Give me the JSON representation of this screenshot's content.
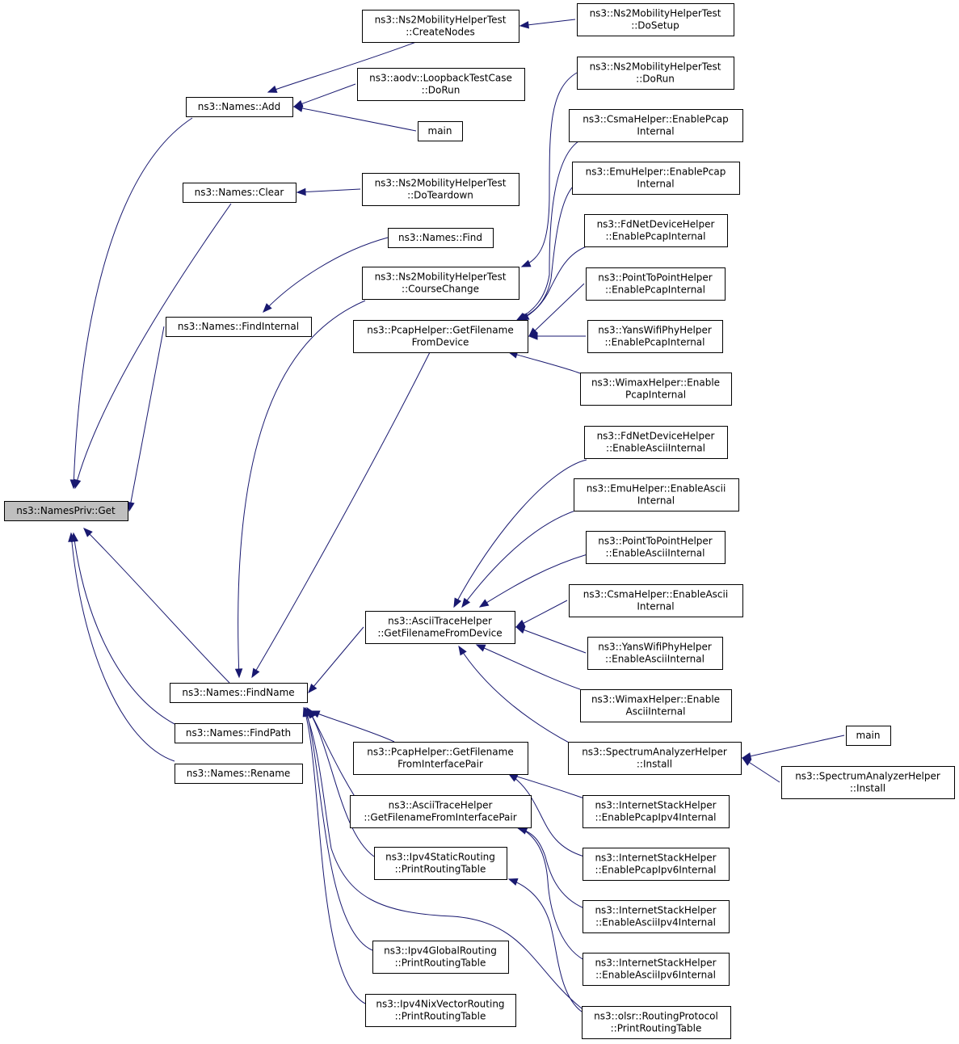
{
  "diagram": {
    "type": "caller-graph",
    "nodes": [
      {
        "id": "get",
        "lines": [
          "ns3::NamesPriv::Get"
        ],
        "highlight": true
      },
      {
        "id": "add",
        "lines": [
          "ns3::Names::Add"
        ]
      },
      {
        "id": "clear",
        "lines": [
          "ns3::Names::Clear"
        ]
      },
      {
        "id": "findinternal",
        "lines": [
          "ns3::Names::FindInternal"
        ]
      },
      {
        "id": "findname",
        "lines": [
          "ns3::Names::FindName"
        ]
      },
      {
        "id": "findpath",
        "lines": [
          "ns3::Names::FindPath"
        ]
      },
      {
        "id": "rename",
        "lines": [
          "ns3::Names::Rename"
        ]
      },
      {
        "id": "ns2create",
        "lines": [
          "ns3::Ns2MobilityHelperTest",
          "::CreateNodes"
        ]
      },
      {
        "id": "aodvrun",
        "lines": [
          "ns3::aodv::LoopbackTestCase",
          "::DoRun"
        ]
      },
      {
        "id": "main1",
        "lines": [
          "main"
        ]
      },
      {
        "id": "ns2teardown",
        "lines": [
          "ns3::Ns2MobilityHelperTest",
          "::DoTeardown"
        ]
      },
      {
        "id": "find",
        "lines": [
          "ns3::Names::Find"
        ]
      },
      {
        "id": "ns2course",
        "lines": [
          "ns3::Ns2MobilityHelperTest",
          "::CourseChange"
        ]
      },
      {
        "id": "pcapdev",
        "lines": [
          "ns3::PcapHelper::GetFilename",
          "FromDevice"
        ]
      },
      {
        "id": "asciidev",
        "lines": [
          "ns3::AsciiTraceHelper",
          "::GetFilenameFromDevice"
        ]
      },
      {
        "id": "pcappair",
        "lines": [
          "ns3::PcapHelper::GetFilename",
          "FromInterfacePair"
        ]
      },
      {
        "id": "asciipair",
        "lines": [
          "ns3::AsciiTraceHelper",
          "::GetFilenameFromInterfacePair"
        ]
      },
      {
        "id": "ipv4static",
        "lines": [
          "ns3::Ipv4StaticRouting",
          "::PrintRoutingTable"
        ]
      },
      {
        "id": "ipv4global",
        "lines": [
          "ns3::Ipv4GlobalRouting",
          "::PrintRoutingTable"
        ]
      },
      {
        "id": "ipv4nix",
        "lines": [
          "ns3::Ipv4NixVectorRouting",
          "::PrintRoutingTable"
        ]
      },
      {
        "id": "ns2setup",
        "lines": [
          "ns3::Ns2MobilityHelperTest",
          "::DoSetup"
        ]
      },
      {
        "id": "ns2run",
        "lines": [
          "ns3::Ns2MobilityHelperTest",
          "::DoRun"
        ]
      },
      {
        "id": "csmapcap",
        "lines": [
          "ns3::CsmaHelper::EnablePcap",
          "Internal"
        ]
      },
      {
        "id": "emupcap",
        "lines": [
          "ns3::EmuHelper::EnablePcap",
          "Internal"
        ]
      },
      {
        "id": "fdpcap",
        "lines": [
          "ns3::FdNetDeviceHelper",
          "::EnablePcapInternal"
        ]
      },
      {
        "id": "p2ppcap",
        "lines": [
          "ns3::PointToPointHelper",
          "::EnablePcapInternal"
        ]
      },
      {
        "id": "yanspcap",
        "lines": [
          "ns3::YansWifiPhyHelper",
          "::EnablePcapInternal"
        ]
      },
      {
        "id": "wimaxpcap",
        "lines": [
          "ns3::WimaxHelper::Enable",
          "PcapInternal"
        ]
      },
      {
        "id": "fdascii",
        "lines": [
          "ns3::FdNetDeviceHelper",
          "::EnableAsciiInternal"
        ]
      },
      {
        "id": "emuascii",
        "lines": [
          "ns3::EmuHelper::EnableAscii",
          "Internal"
        ]
      },
      {
        "id": "p2pascii",
        "lines": [
          "ns3::PointToPointHelper",
          "::EnableAsciiInternal"
        ]
      },
      {
        "id": "csmaascii",
        "lines": [
          "ns3::CsmaHelper::EnableAscii",
          "Internal"
        ]
      },
      {
        "id": "yansascii",
        "lines": [
          "ns3::YansWifiPhyHelper",
          "::EnableAsciiInternal"
        ]
      },
      {
        "id": "wimaxascii",
        "lines": [
          "ns3::WimaxHelper::Enable",
          "AsciiInternal"
        ]
      },
      {
        "id": "spectrum1",
        "lines": [
          "ns3::SpectrumAnalyzerHelper",
          "::Install"
        ]
      },
      {
        "id": "main2",
        "lines": [
          "main"
        ]
      },
      {
        "id": "spectrum2",
        "lines": [
          "ns3::SpectrumAnalyzerHelper",
          "::Install"
        ]
      },
      {
        "id": "ispcap4",
        "lines": [
          "ns3::InternetStackHelper",
          "::EnablePcapIpv4Internal"
        ]
      },
      {
        "id": "ispcap6",
        "lines": [
          "ns3::InternetStackHelper",
          "::EnablePcapIpv6Internal"
        ]
      },
      {
        "id": "isascii4",
        "lines": [
          "ns3::InternetStackHelper",
          "::EnableAsciiIpv4Internal"
        ]
      },
      {
        "id": "isascii6",
        "lines": [
          "ns3::InternetStackHelper",
          "::EnableAsciiIpv6Internal"
        ]
      },
      {
        "id": "olsr",
        "lines": [
          "ns3::olsr::RoutingProtocol",
          "::PrintRoutingTable"
        ]
      }
    ],
    "edges": [
      [
        "get",
        "add"
      ],
      [
        "get",
        "clear"
      ],
      [
        "get",
        "findinternal"
      ],
      [
        "get",
        "findname"
      ],
      [
        "get",
        "findpath"
      ],
      [
        "get",
        "rename"
      ],
      [
        "add",
        "ns2create"
      ],
      [
        "add",
        "aodvrun"
      ],
      [
        "add",
        "main1"
      ],
      [
        "ns2create",
        "ns2setup"
      ],
      [
        "clear",
        "ns2teardown"
      ],
      [
        "findinternal",
        "find"
      ],
      [
        "findname",
        "ns2course"
      ],
      [
        "findname",
        "pcapdev"
      ],
      [
        "findname",
        "asciidev"
      ],
      [
        "findname",
        "pcappair"
      ],
      [
        "findname",
        "asciipair"
      ],
      [
        "findname",
        "ipv4static"
      ],
      [
        "findname",
        "ipv4global"
      ],
      [
        "findname",
        "ipv4nix"
      ],
      [
        "findname",
        "olsr"
      ],
      [
        "ns2course",
        "ns2run"
      ],
      [
        "pcapdev",
        "csmapcap"
      ],
      [
        "pcapdev",
        "emupcap"
      ],
      [
        "pcapdev",
        "fdpcap"
      ],
      [
        "pcapdev",
        "p2ppcap"
      ],
      [
        "pcapdev",
        "yanspcap"
      ],
      [
        "pcapdev",
        "wimaxpcap"
      ],
      [
        "asciidev",
        "fdascii"
      ],
      [
        "asciidev",
        "emuascii"
      ],
      [
        "asciidev",
        "p2pascii"
      ],
      [
        "asciidev",
        "csmaascii"
      ],
      [
        "asciidev",
        "yansascii"
      ],
      [
        "asciidev",
        "wimaxascii"
      ],
      [
        "asciidev",
        "spectrum1"
      ],
      [
        "spectrum1",
        "main2"
      ],
      [
        "spectrum1",
        "spectrum2"
      ],
      [
        "pcappair",
        "ispcap4"
      ],
      [
        "pcappair",
        "ispcap6"
      ],
      [
        "asciipair",
        "isascii4"
      ],
      [
        "asciipair",
        "isascii6"
      ],
      [
        "ipv4static",
        "olsr"
      ]
    ]
  }
}
